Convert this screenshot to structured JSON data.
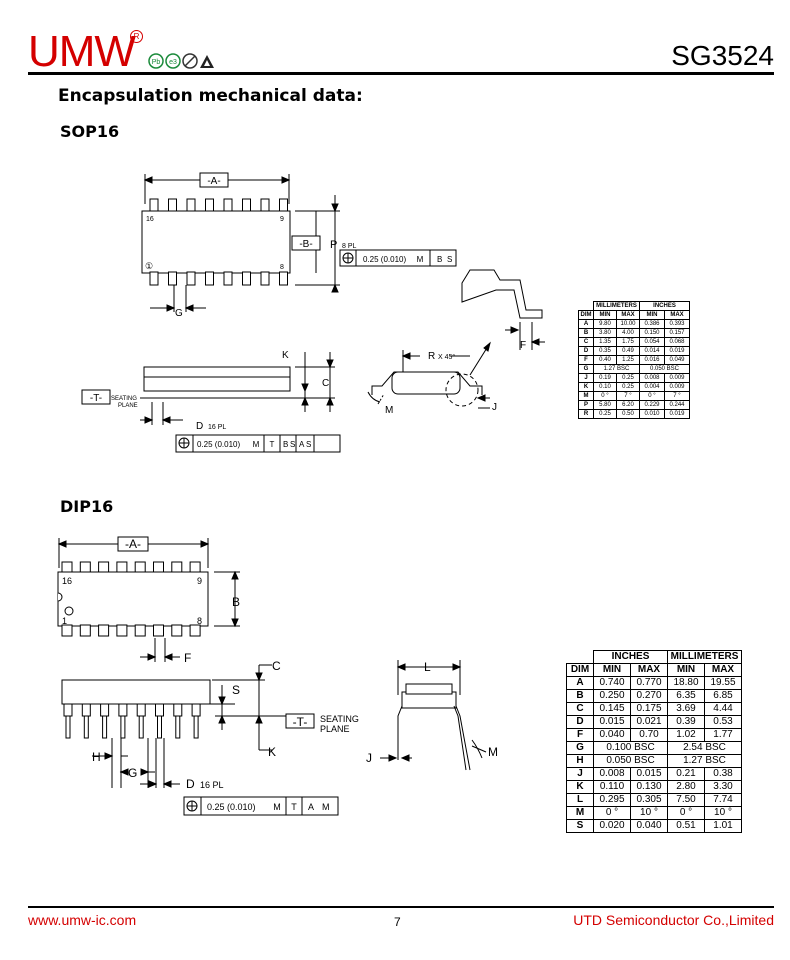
{
  "header": {
    "logo": "UMW",
    "registered_mark": "R",
    "part_number": "SG3524",
    "cert_icons": [
      "pb-free-icon",
      "e3-icon",
      "rohs-icon",
      "esd-icon"
    ]
  },
  "section_title": "Encapsulation mechanical data:",
  "sop16": {
    "title": "SOP16",
    "labels": {
      "A": "-A-",
      "B": "-B-",
      "T": "-T-",
      "P": "P",
      "P_pl": "8 PL",
      "G": "G",
      "D": "D",
      "D_pl": "16 PL",
      "K": "K",
      "C": "C",
      "R": "R",
      "R_x45": "X 45°",
      "F": "F",
      "M": "M",
      "J": "J",
      "seating": "SEATING",
      "plane": "PLANE",
      "pin16": "16",
      "pin9": "9",
      "pin1": "①",
      "pin8": "8",
      "tol1": "0.25 (0.010)",
      "tol1_m": "M",
      "tol1_b": "B",
      "tol1_s": "S",
      "tol2": "0.25 (0.010)",
      "tol2_m": "M",
      "tol2_t": "T",
      "tol2_b": "B",
      "tol2_s1": "S",
      "tol2_a": "A",
      "tol2_s2": "S"
    },
    "table": {
      "group_headers": [
        "MILLIMETERS",
        "INCHES"
      ],
      "headers": [
        "DIM",
        "MIN",
        "MAX",
        "MIN",
        "MAX"
      ],
      "rows": [
        {
          "dim": "A",
          "v": [
            "9.80",
            "10.00",
            "0.386",
            "0.393"
          ]
        },
        {
          "dim": "B",
          "v": [
            "3.80",
            "4.00",
            "0.150",
            "0.157"
          ]
        },
        {
          "dim": "C",
          "v": [
            "1.35",
            "1.75",
            "0.054",
            "0.068"
          ]
        },
        {
          "dim": "D",
          "v": [
            "0.35",
            "0.49",
            "0.014",
            "0.019"
          ]
        },
        {
          "dim": "F",
          "v": [
            "0.40",
            "1.25",
            "0.016",
            "0.049"
          ]
        },
        {
          "dim": "G",
          "span": [
            "1.27 BSC",
            "0.050 BSC"
          ]
        },
        {
          "dim": "J",
          "v": [
            "0.19",
            "0.25",
            "0.008",
            "0.009"
          ]
        },
        {
          "dim": "K",
          "v": [
            "0.10",
            "0.25",
            "0.004",
            "0.009"
          ]
        },
        {
          "dim": "M",
          "v": [
            "0 °",
            "7 °",
            "0 °",
            "7 °"
          ]
        },
        {
          "dim": "P",
          "v": [
            "5.80",
            "6.20",
            "0.229",
            "0.244"
          ]
        },
        {
          "dim": "R",
          "v": [
            "0.25",
            "0.50",
            "0.010",
            "0.019"
          ]
        }
      ]
    }
  },
  "dip16": {
    "title": "DIP16",
    "labels": {
      "A": "-A-",
      "B": "B",
      "F": "F",
      "C": "C",
      "S": "S",
      "T": "-T-",
      "seating": "SEATING",
      "plane": "PLANE",
      "K": "K",
      "H": "H",
      "G": "G",
      "D": "D",
      "D_pl": "16 PL",
      "L": "L",
      "J": "J",
      "M": "M",
      "pin16": "16",
      "pin9": "9",
      "pin1": "1",
      "pin8": "8",
      "tol": "0.25 (0.010)",
      "tol_m": "M",
      "tol_t": "T",
      "tol_a": "A",
      "tol_m2": "M"
    },
    "table": {
      "group_headers": [
        "INCHES",
        "MILLIMETERS"
      ],
      "headers": [
        "DIM",
        "MIN",
        "MAX",
        "MIN",
        "MAX"
      ],
      "rows": [
        {
          "dim": "A",
          "v": [
            "0.740",
            "0.770",
            "18.80",
            "19.55"
          ]
        },
        {
          "dim": "B",
          "v": [
            "0.250",
            "0.270",
            "6.35",
            "6.85"
          ]
        },
        {
          "dim": "C",
          "v": [
            "0.145",
            "0.175",
            "3.69",
            "4.44"
          ]
        },
        {
          "dim": "D",
          "v": [
            "0.015",
            "0.021",
            "0.39",
            "0.53"
          ]
        },
        {
          "dim": "F",
          "v": [
            "0.040",
            "0.70",
            "1.02",
            "1.77"
          ]
        },
        {
          "dim": "G",
          "span": [
            "0.100 BSC",
            "2.54 BSC"
          ]
        },
        {
          "dim": "H",
          "span": [
            "0.050 BSC",
            "1.27 BSC"
          ]
        },
        {
          "dim": "J",
          "v": [
            "0.008",
            "0.015",
            "0.21",
            "0.38"
          ]
        },
        {
          "dim": "K",
          "v": [
            "0.110",
            "0.130",
            "2.80",
            "3.30"
          ]
        },
        {
          "dim": "L",
          "v": [
            "0.295",
            "0.305",
            "7.50",
            "7.74"
          ]
        },
        {
          "dim": "M",
          "v": [
            "0 °",
            "10 °",
            "0 °",
            "10 °"
          ]
        },
        {
          "dim": "S",
          "v": [
            "0.020",
            "0.040",
            "0.51",
            "1.01"
          ]
        }
      ]
    }
  },
  "footer": {
    "url": "www.umw-ic.com",
    "page": "7",
    "company": "UTD Semiconductor Co.,Limited"
  },
  "colors": {
    "brand_red": "#d40000",
    "text": "#000000"
  }
}
